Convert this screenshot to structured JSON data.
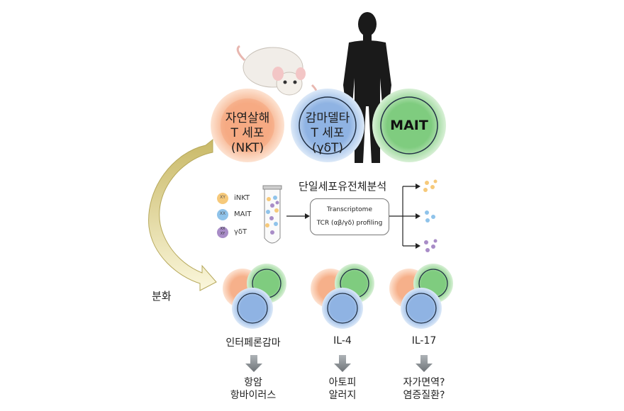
{
  "cells": {
    "nkt": {
      "line1": "자연살해",
      "line2": "T 세포",
      "line3": "(NKT)"
    },
    "gdt": {
      "line1": "감마델타",
      "line2": "T 세포",
      "line3": "(γδT)"
    },
    "mait": {
      "label": "MAIT"
    }
  },
  "differentiation_label": "분화",
  "legend": [
    {
      "chrom": "XY",
      "label": "iNKT",
      "color": "#f6c97a"
    },
    {
      "chrom": "XX",
      "label": "MAIT",
      "color": "#8fc3ea"
    },
    {
      "chrom": "XX XY",
      "label": "γδT",
      "color": "#a88cc7"
    }
  ],
  "analysis": {
    "title": "단일세포유전체분석",
    "line1": "Transcriptome",
    "line2": "TCR (αβ/γδ) profiling"
  },
  "cytokines": [
    {
      "label": "인터페론감마",
      "outcome1": "항암",
      "outcome2": "항바이러스"
    },
    {
      "label": "IL-4",
      "outcome1": "아토피",
      "outcome2": "알러지"
    },
    {
      "label": "IL-17",
      "outcome1": "자가면역?",
      "outcome2": "염증질환?"
    }
  ],
  "colors": {
    "orange": "#f4a981",
    "blue": "#7aa6d8",
    "green": "#7cc57c",
    "arrow": "#8a8f93"
  }
}
